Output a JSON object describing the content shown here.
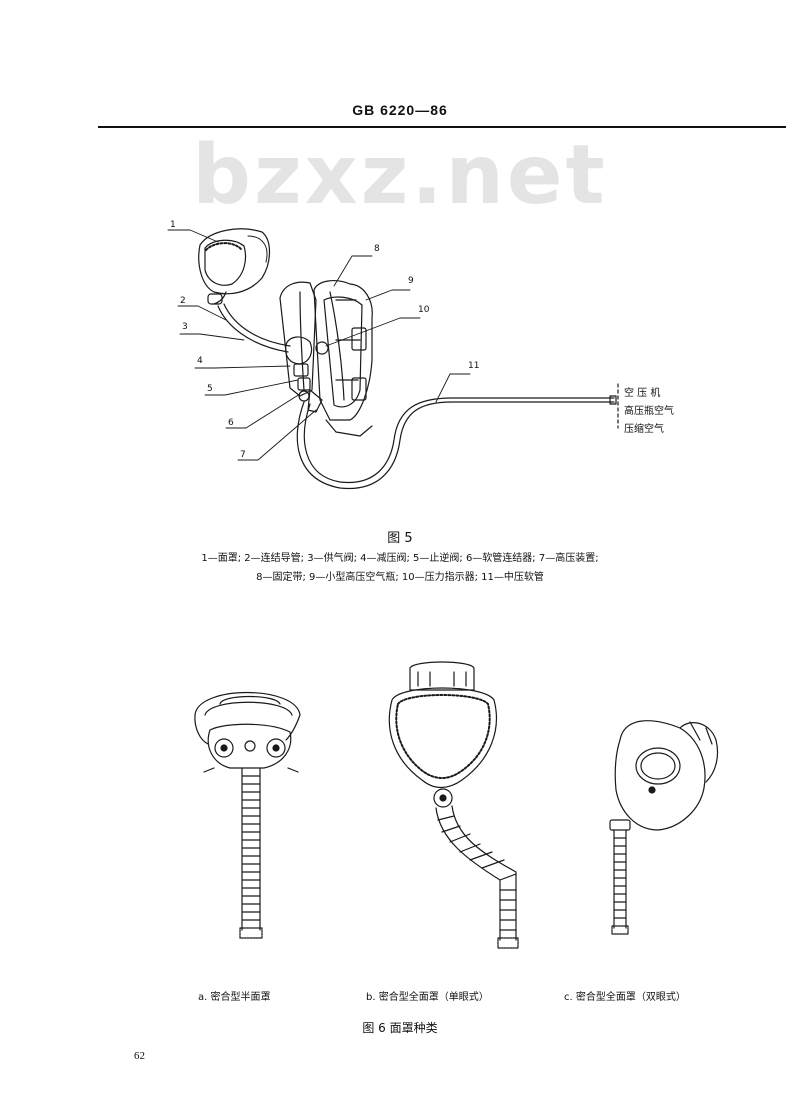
{
  "header": {
    "code": "GB 6220—86"
  },
  "watermark": {
    "text": "bzxz.net"
  },
  "figure5": {
    "callouts": [
      "1",
      "2",
      "3",
      "4",
      "5",
      "6",
      "7",
      "8",
      "9",
      "10",
      "11"
    ],
    "external_labels": [
      "空 压 机",
      "高压瓶空气",
      "压缩空气"
    ],
    "title": "图 5",
    "legend_line1": "1—面罩; 2—连结导管; 3—供气阀; 4—减压阀; 5—止逆阀; 6—软管连结器; 7—高压装置;",
    "legend_line2": "8—固定带; 9—小型高压空气瓶; 10—压力指示器; 11—中压软管"
  },
  "figure6": {
    "caption_a": "a. 密合型半面罩",
    "caption_b": "b. 密合型全面罩（单眼式）",
    "caption_c": "c. 密合型全面罩（双眼式）",
    "title": "图 6  面罩种类"
  },
  "footer": {
    "page_number": "62"
  }
}
